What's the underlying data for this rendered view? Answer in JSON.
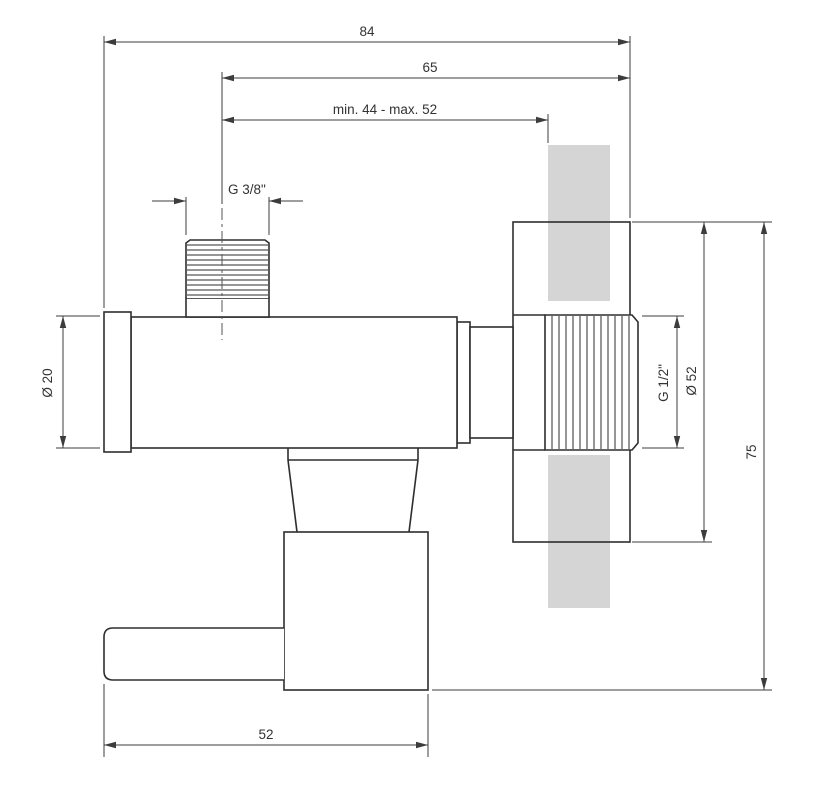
{
  "drawing": {
    "kind": "technical-dimension-drawing",
    "subject": "angle valve side view with wall section"
  },
  "dimensions": {
    "overall_width": "84",
    "width_to_plate": "65",
    "wall_distance_range": "min. 44 - max. 52",
    "top_outlet_thread": "G 3/8\"",
    "body_diameter": "Ø 20",
    "inlet_thread": "G 1/2\"",
    "plate_diameter": "Ø 52",
    "overall_height": "75",
    "handle_length": "52"
  },
  "colors": {
    "line": "#2e2e2e",
    "dimension_line": "#3c3c3c",
    "text": "#333333",
    "wall_fill": "#d5d5d5",
    "background": "#ffffff"
  }
}
